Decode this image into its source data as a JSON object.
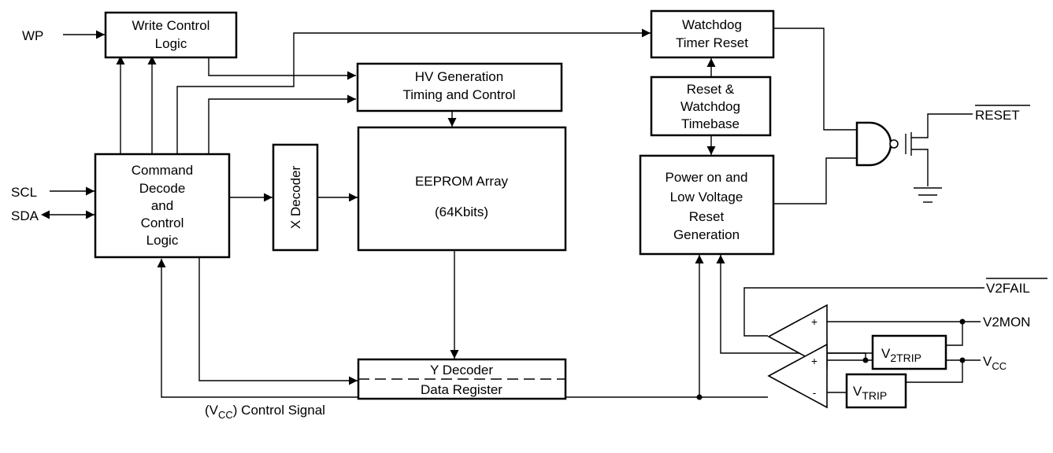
{
  "signals": {
    "wp": "WP",
    "scl": "SCL",
    "sda": "SDA",
    "reset": "RESET",
    "v2fail": "V2FAIL",
    "v2mon": "V2MON",
    "vcc_main": "V",
    "vcc_sub": "CC"
  },
  "blocks": {
    "write_control": [
      "Write Control",
      "Logic"
    ],
    "hv_generation": [
      "HV Generation",
      "Timing and Control"
    ],
    "command_decode": [
      "Command",
      "Decode",
      "and",
      "Control",
      "Logic"
    ],
    "x_decoder": "X Decoder",
    "eeprom": [
      "EEPROM Array",
      "(64Kbits)"
    ],
    "y_decoder": "Y Decoder",
    "data_register": "Data Register",
    "watchdog_reset": [
      "Watchdog",
      "Timer Reset"
    ],
    "reset_timebase": [
      "Reset &",
      "Watchdog",
      "Timebase"
    ],
    "power_on": [
      "Power on and",
      "Low Voltage",
      "Reset",
      "Generation"
    ],
    "v2trip_main": "V",
    "v2trip_sub": "2TRIP",
    "vtrip_main": "V",
    "vtrip_sub": "TRIP"
  },
  "comparators": {
    "plus": "+",
    "minus": "-"
  },
  "annotations": {
    "control_open": "(V",
    "control_sub": "CC",
    "control_rest": ") Control Signal"
  }
}
